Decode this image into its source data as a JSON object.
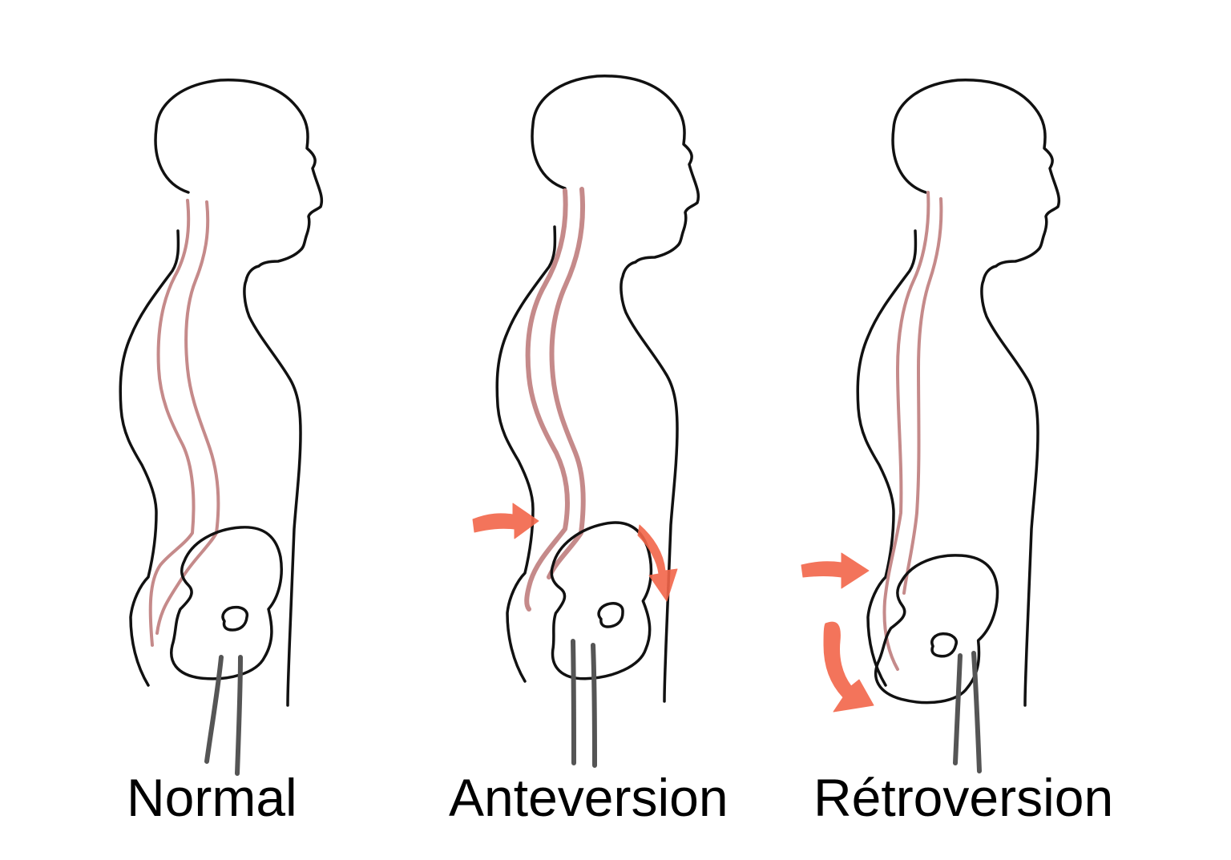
{
  "panels": [
    {
      "id": "normal",
      "label": "Normal"
    },
    {
      "id": "anteversion",
      "label": "Anteversion"
    },
    {
      "id": "retroversion",
      "label": "Rétroversion"
    }
  ],
  "colors": {
    "background": "#ffffff",
    "outline": "#111111",
    "spine": "#c58a8a",
    "femur": "#555555",
    "arrow": "#f2664a"
  }
}
